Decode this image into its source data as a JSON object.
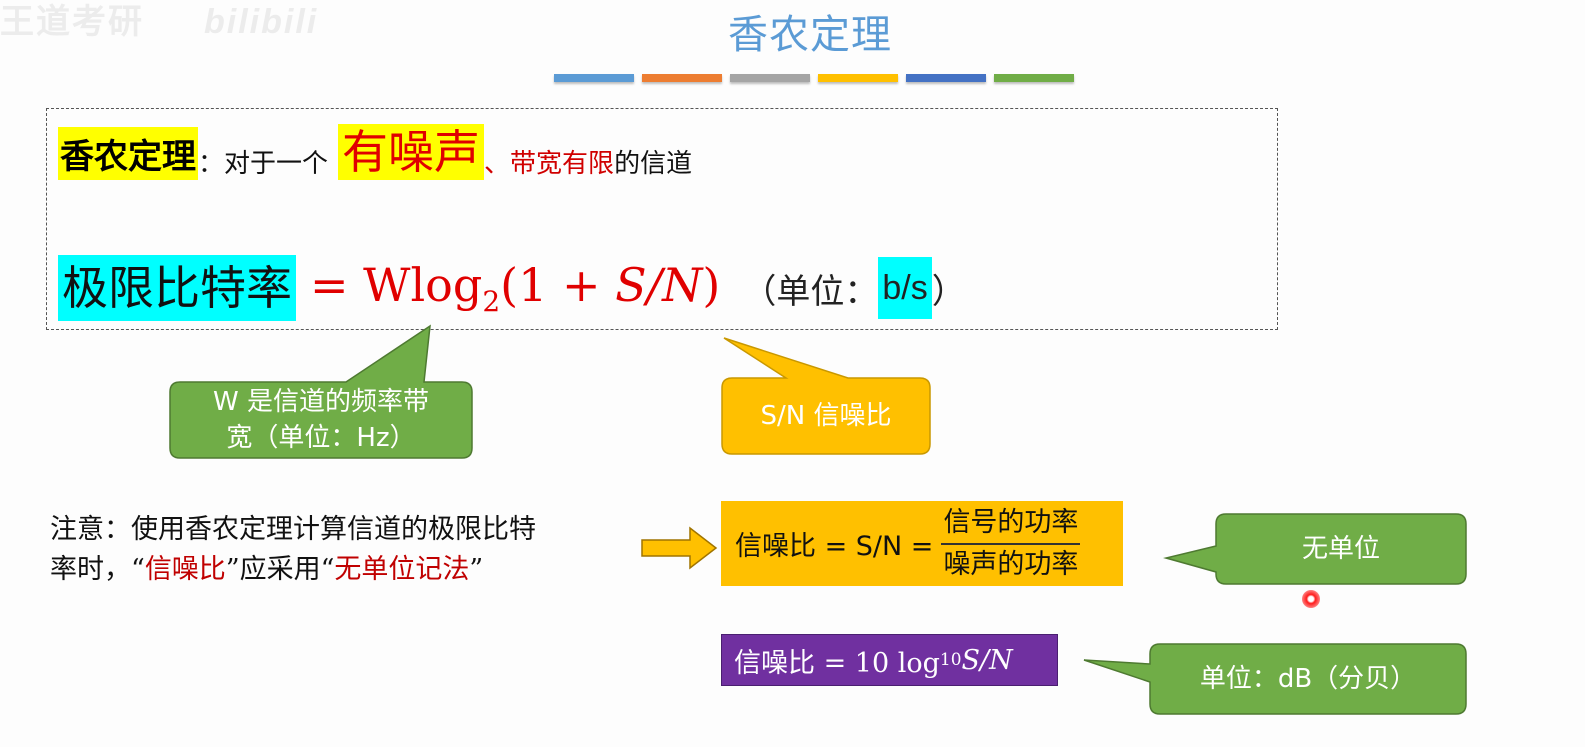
{
  "watermark": {
    "left": "王道考研",
    "right": "bilibili"
  },
  "slide": {
    "title": "香农定理",
    "title_color": "#5b9bd5",
    "decor_bar_colors": [
      "#5b9bd5",
      "#ed7d31",
      "#a5a5a5",
      "#ffc000",
      "#4472c4",
      "#70ad47"
    ]
  },
  "definition": {
    "term": "香农定理",
    "colon": "：",
    "lead": "对于一个",
    "noisy": "有噪声",
    "sep": "、",
    "bandlimited": "带宽有限",
    "tail": "的信道"
  },
  "formula": {
    "lhs": "极限比特率",
    "rhs_prefix": "= Wlog",
    "rhs_sub": "2",
    "rhs_open": "(1 + ",
    "rhs_sn": "S/N",
    "rhs_close": ")",
    "unit_open": "（单位：",
    "unit_value": "b/s",
    "unit_close": "）"
  },
  "callouts": {
    "w_line1": "W 是信道的频率带",
    "w_line2": "宽（单位：Hz）",
    "sn": "S/N 信噪比",
    "no_unit": "无单位",
    "db_unit": "单位：dB（分贝）",
    "green": "#70ad47",
    "orange": "#ffc000"
  },
  "note": {
    "line1": "注意：使用香农定理计算信道的极限比特",
    "line2_a": "率时，“",
    "line2_snr": "信噪比",
    "line2_b": "”应采用“",
    "line2_method": "无单位记法",
    "line2_c": "”"
  },
  "snr_ratio": {
    "label": "信噪比 = S/N =",
    "numerator": "信号的功率",
    "denominator": "噪声的功率"
  },
  "snr_db": {
    "prefix": "信噪比 = 10 log",
    "sub": "10",
    "sn": " S/N"
  }
}
